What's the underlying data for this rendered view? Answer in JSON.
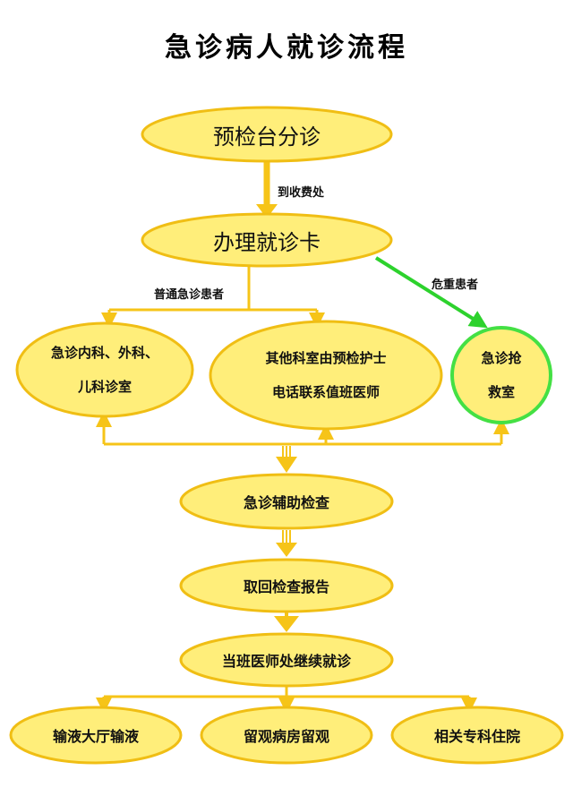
{
  "title": "急诊病人就诊流程",
  "colors": {
    "node_fill": "#FFEE7A",
    "node_stroke": "#F0BE14",
    "critical_stroke": "#44E044",
    "connector": "#F6C418",
    "critical_arrow": "#2DD22D"
  },
  "nodes": {
    "triage": "预检台分诊",
    "card": "办理就诊卡",
    "internal": "急诊内科、外科、\n儿科诊室",
    "other": "其他科室由预检护士\n电话联系值班医师",
    "rescue": "急诊抢\n救室",
    "aux": "急诊辅助检查",
    "report": "取回检查报告",
    "continue": "当班医师处继续就诊",
    "infusion": "输液大厅输液",
    "observe": "留观病房留观",
    "inpatient": "相关专科住院"
  },
  "edges": {
    "to_cashier": "到收费处",
    "normal": "普通急诊患者",
    "critical": "危重患者"
  }
}
